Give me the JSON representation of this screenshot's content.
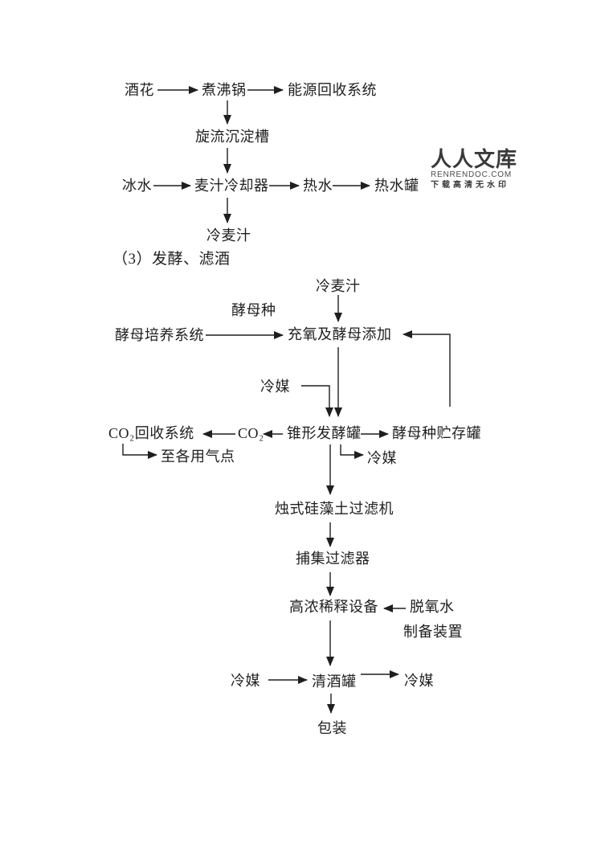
{
  "heading": {
    "label": "（3）发酵、滤酒"
  },
  "watermark": {
    "title": "人人文库",
    "domain": "RENRENDOC.COM",
    "tagline": "下载高清无水印"
  },
  "colors": {
    "text": "#1f1f1f",
    "arrow": "#1f1f1f",
    "watermark": "#3a3a3a",
    "background": "#ffffff"
  },
  "nodes": {
    "hops": "酒花",
    "boil_kettle": "煮沸锅",
    "energy_recovery_system": "能源回收系统",
    "whirlpool_tank": "旋流沉淀槽",
    "ice_water": "冰水",
    "wort_cooler": "麦汁冷却器",
    "hot_water": "热水",
    "hot_water_tank": "热水罐",
    "cold_wort_1": "冷麦汁",
    "cold_wort_2": "冷麦汁",
    "yeast_seed": "酵母种",
    "yeast_culture_system": "酵母培养系统",
    "oxygenation_yeast_addition": "充氧及酵母添加",
    "coolant_1": "冷媒",
    "co2_recovery_system": "CO₂回收系统",
    "co2": "CO₂",
    "conical_fermenter": "锥形发酵罐",
    "yeast_storage_tank": "酵母种贮存罐",
    "to_gas_points": "至各用气点",
    "coolant_2": "冷媒",
    "candle_diatomite_filter": "烛式硅藻土过滤机",
    "trap_filter": "捕集过滤器",
    "dilution_equipment": "高浓稀释设备",
    "deoxygenated_water": "脱氧水",
    "preparation_device": "制备装置",
    "coolant_3": "冷媒",
    "bright_beer_tank": "清酒罐",
    "coolant_4": "冷媒",
    "packaging": "包装"
  },
  "edges": [
    {
      "from": "hops",
      "to": "boil_kettle"
    },
    {
      "from": "boil_kettle",
      "to": "energy_recovery_system"
    },
    {
      "from": "boil_kettle",
      "to": "whirlpool_tank"
    },
    {
      "from": "whirlpool_tank",
      "to": "wort_cooler"
    },
    {
      "from": "ice_water",
      "to": "wort_cooler"
    },
    {
      "from": "wort_cooler",
      "to": "hot_water"
    },
    {
      "from": "hot_water",
      "to": "hot_water_tank"
    },
    {
      "from": "wort_cooler",
      "to": "cold_wort_1"
    },
    {
      "from": "cold_wort_2",
      "to": "oxygenation_yeast_addition"
    },
    {
      "from": "yeast_culture_system",
      "to": "oxygenation_yeast_addition"
    },
    {
      "from": "yeast_storage_tank",
      "to": "oxygenation_yeast_addition"
    },
    {
      "from": "oxygenation_yeast_addition",
      "to": "conical_fermenter"
    },
    {
      "from": "coolant_1",
      "to": "conical_fermenter"
    },
    {
      "from": "conical_fermenter",
      "to": "co2"
    },
    {
      "from": "co2",
      "to": "co2_recovery_system"
    },
    {
      "from": "conical_fermenter",
      "to": "yeast_storage_tank"
    },
    {
      "from": "co2_recovery_system",
      "to": "to_gas_points"
    },
    {
      "from": "conical_fermenter",
      "to": "coolant_2"
    },
    {
      "from": "conical_fermenter",
      "to": "candle_diatomite_filter"
    },
    {
      "from": "candle_diatomite_filter",
      "to": "trap_filter"
    },
    {
      "from": "trap_filter",
      "to": "dilution_equipment"
    },
    {
      "from": "deoxygenated_water",
      "to": "dilution_equipment"
    },
    {
      "from": "dilution_equipment",
      "to": "bright_beer_tank"
    },
    {
      "from": "coolant_3",
      "to": "bright_beer_tank"
    },
    {
      "from": "bright_beer_tank",
      "to": "coolant_4"
    },
    {
      "from": "bright_beer_tank",
      "to": "packaging"
    }
  ]
}
